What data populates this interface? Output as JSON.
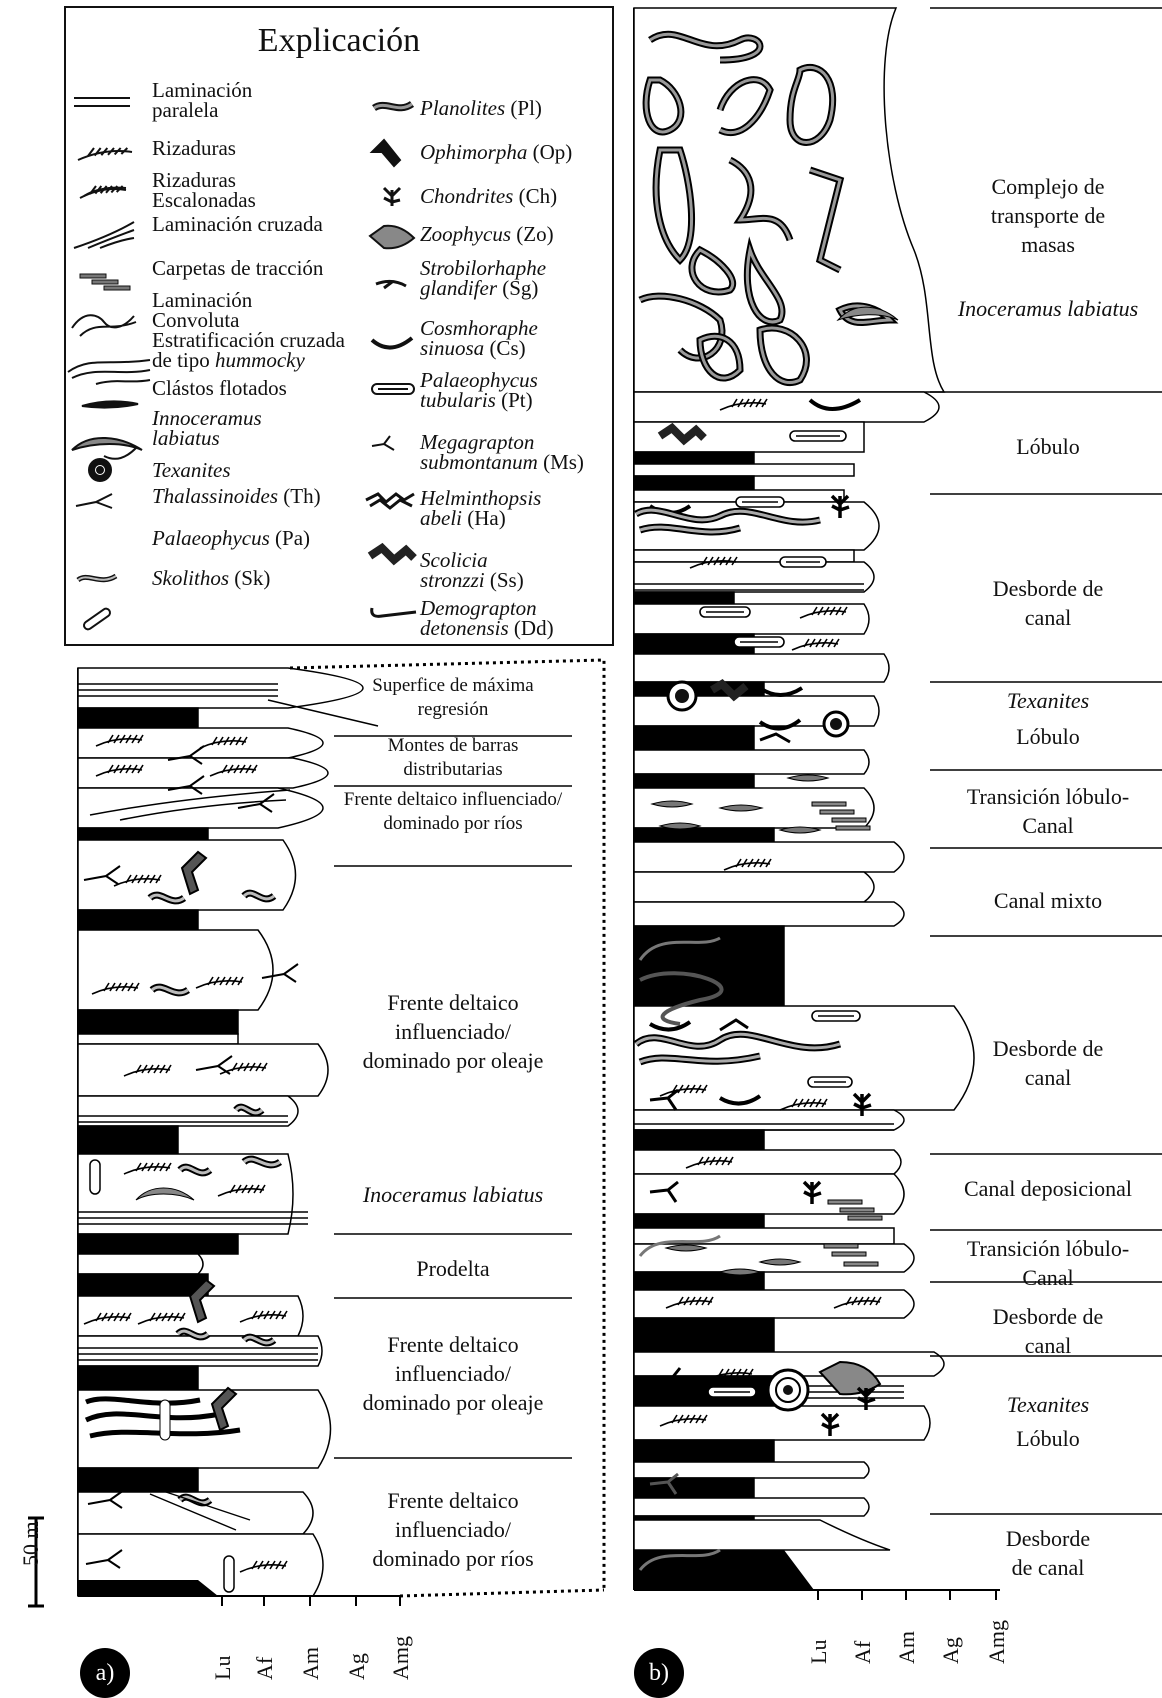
{
  "legend": {
    "title": "Explicación",
    "structures": [
      {
        "l1": "Laminación",
        "l2": "paralela"
      },
      {
        "l1": "Rizaduras",
        "l2": ""
      },
      {
        "l1": "Rizaduras",
        "l2": "Escalonadas"
      },
      {
        "l1": "Laminación cruzada",
        "l2": ""
      },
      {
        "l1": "Carpetas de tracción",
        "l2": ""
      },
      {
        "l1": "Laminación",
        "l2": "Convoluta"
      },
      {
        "l1": "Estratificación cruzada",
        "l2": "de tipo ",
        "l2i": "hummocky"
      },
      {
        "l1": "Clástos flotados",
        "l2": ""
      },
      {
        "l1i": "Innoceramus",
        "l2i": "labiatus"
      },
      {
        "l1i": "Texanites",
        "l2": ""
      },
      {
        "l1i": "Thalassinoides",
        "tail": " (Th)"
      },
      {
        "l1i": "Palaeophycus",
        "tail": " (Pa)"
      },
      {
        "l1i": "Skolithos",
        "tail": " (Sk)"
      }
    ],
    "traces": [
      {
        "l1i": "Planolites",
        "tail": " (Pl)"
      },
      {
        "l1i": "Ophimorpha",
        "tail": " (Op)"
      },
      {
        "l1i": "Chondrites",
        "tail": " (Ch)"
      },
      {
        "l1i": "Zoophycus",
        "tail": " (Zo)"
      },
      {
        "l1i": "Strobilorhaphe",
        "l2i": "glandifer",
        "tail2": " (Sg)"
      },
      {
        "l1i": "Cosmhoraphe",
        "l2i": "sinuosa",
        "tail2": " (Cs)"
      },
      {
        "l1i": "Palaeophycus",
        "l2i": "tubularis",
        "tail2": " (Pt)"
      },
      {
        "l1i": "Megagrapton",
        "l2i": "submontanum",
        "tail2": " (Ms)"
      },
      {
        "l1i": "Helminthopsis",
        "l2i": "abeli",
        "tail2": " (Ha)"
      },
      {
        "l1i": "Scolicia",
        "l2i": "stronzzi",
        "tail2": " (Ss)"
      },
      {
        "l1i": "Demograpton",
        "l2i": "detonensis",
        "tail2": " (Dd)"
      }
    ]
  },
  "panel_a": {
    "label": "a)",
    "zones": [
      {
        "text": "Superfice de máxima\nregresión",
        "style": "small"
      },
      {
        "text": "Montes de barras\ndistributarias",
        "style": "small"
      },
      {
        "text": "Frente deltaico influenciado/\ndominado por ríos",
        "style": "small"
      },
      {
        "text": "Frente deltaico\ninfluenciado/\ndominado por oleaje",
        "style": "normal"
      },
      {
        "text": "Inoceramus labiatus",
        "style": "italic"
      },
      {
        "text": "Prodelta",
        "style": "normal"
      },
      {
        "text": "Frente deltaico\ninfluenciado/\ndominado por oleaje",
        "style": "normal"
      },
      {
        "text": "Frente deltaico\ninfluenciado/\ndominado por ríos",
        "style": "normal"
      }
    ],
    "axis": [
      "Lu",
      "Af",
      "Am",
      "Ag",
      "Amg"
    ],
    "scale": "50 m"
  },
  "panel_b": {
    "label": "b)",
    "zones": [
      {
        "text": "Complejo de\ntransporte de\nmasas",
        "style": "normal"
      },
      {
        "text": "Inoceramus labiatus",
        "style": "italic"
      },
      {
        "text": "Lóbulo",
        "style": "normal"
      },
      {
        "text": "Desborde de\ncanal",
        "style": "normal"
      },
      {
        "text": "Texanites",
        "style": "italic"
      },
      {
        "text": "Lóbulo",
        "style": "normal"
      },
      {
        "text": "Transición lóbulo-\nCanal",
        "style": "normal"
      },
      {
        "text": "Canal mixto",
        "style": "normal"
      },
      {
        "text": "Desborde de\ncanal",
        "style": "normal"
      },
      {
        "text": "Canal deposicional",
        "style": "normal"
      },
      {
        "text": "Transición lóbulo-\nCanal",
        "style": "normal"
      },
      {
        "text": "Desborde de\ncanal",
        "style": "normal"
      },
      {
        "text": "Texanites",
        "style": "italic"
      },
      {
        "text": "Lóbulo",
        "style": "normal"
      },
      {
        "text": "Desborde\nde canal",
        "style": "normal"
      }
    ],
    "axis": [
      "Lu",
      "Af",
      "Am",
      "Ag",
      "Amg"
    ]
  }
}
